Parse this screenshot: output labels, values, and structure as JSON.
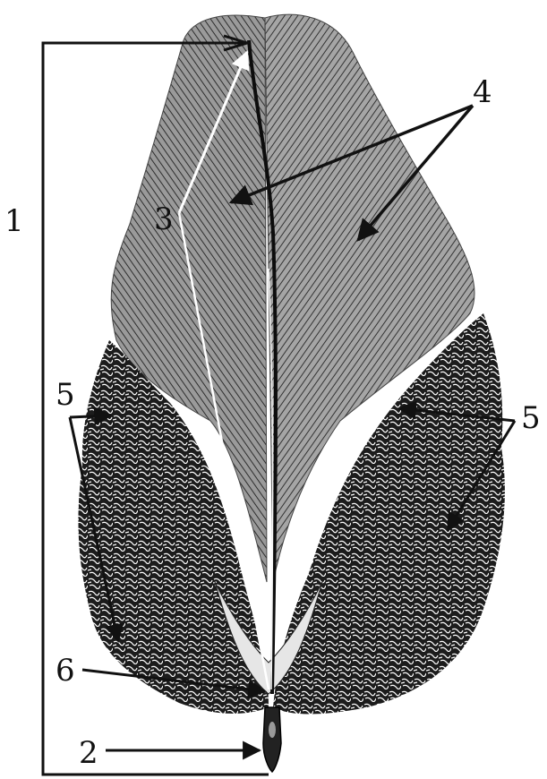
{
  "labels": {
    "l1": "1",
    "l2": "2",
    "l3": "3",
    "l4": "4",
    "l5_left": "5",
    "l5_right": "5",
    "l6": "6"
  },
  "colors": {
    "ink": "#111111",
    "vane": "#7a7a7a",
    "vane_dark": "#3a3a3a",
    "background": "#ffffff"
  }
}
